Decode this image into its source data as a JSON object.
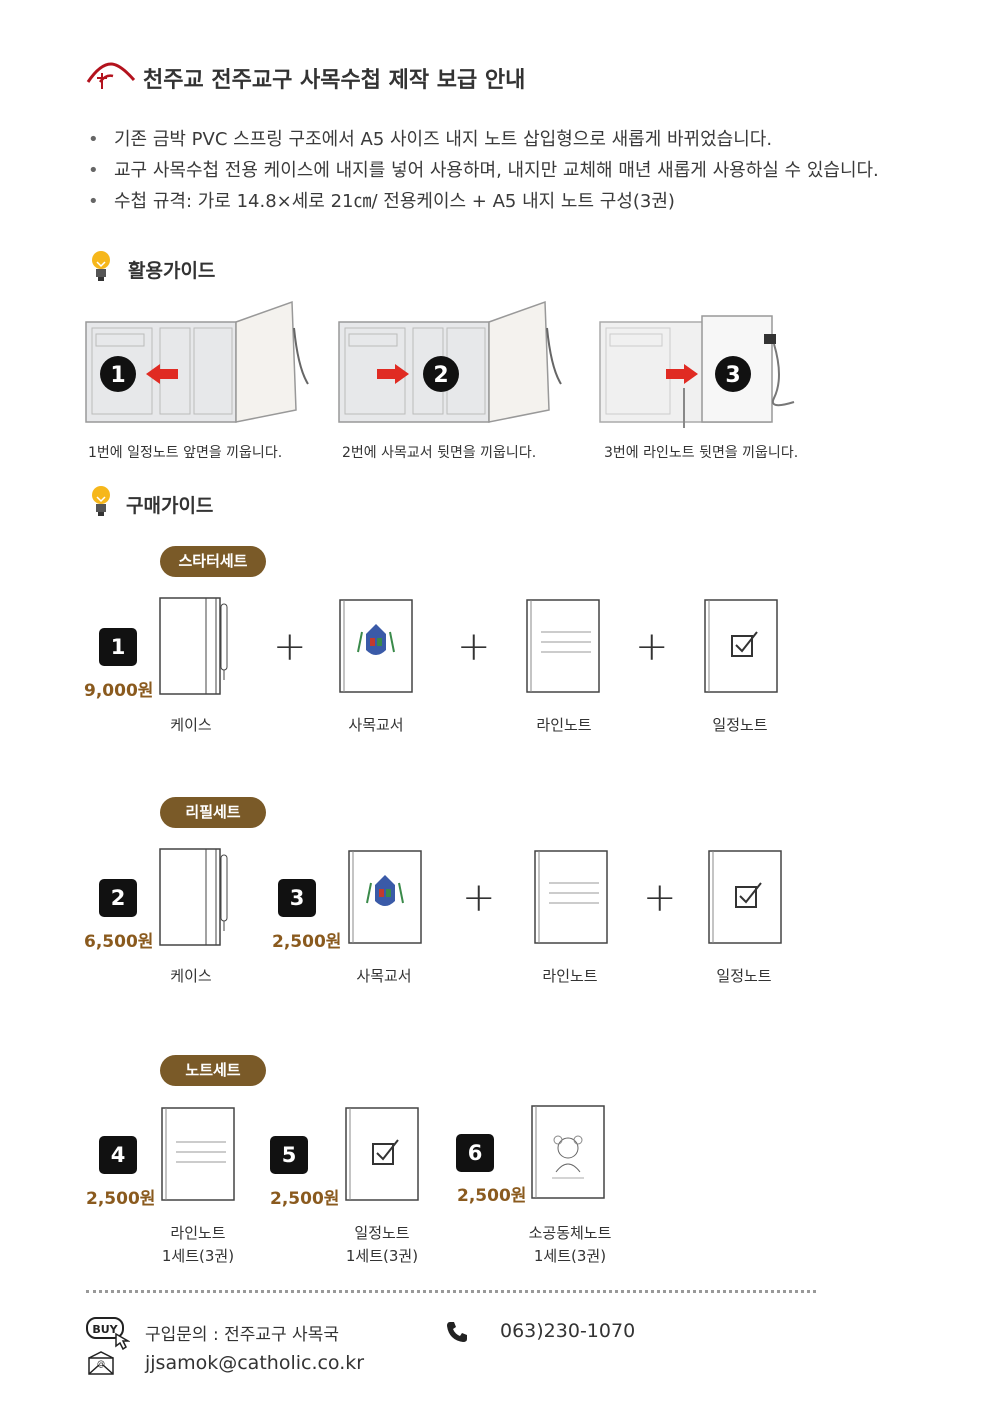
{
  "title": "천주교 전주교구 사목수첩 제작 보급 안내",
  "bullets": [
    "기존 금박 PVC 스프링 구조에서 A5 사이즈 내지 노트 삽입형으로 새롭게 바뀌었습니다.",
    "교구 사목수첩 전용 케이스에 내지를 넣어 사용하며, 내지만 교체해 매년 새롭게 사용하실 수 있습니다.",
    "수첩 규격: 가로 14.8×세로 21㎝/ 전용케이스 + A5 내지 노트 구성(3권)"
  ],
  "guide": {
    "title": "활용가이드",
    "steps": [
      {
        "num": "1",
        "caption": "1번에 일정노트 앞면을 끼웁니다."
      },
      {
        "num": "2",
        "caption": "2번에 사목교서 뒷면을 끼웁니다."
      },
      {
        "num": "3",
        "caption": "3번에 라인노트 뒷면을 끼웁니다."
      }
    ]
  },
  "purchase": {
    "title": "구매가이드",
    "starter": {
      "badge": "스타터세트",
      "num": "1",
      "price": "9,000원",
      "items": [
        "케이스",
        "사목교서",
        "라인노트",
        "일정노트"
      ]
    },
    "refill": {
      "badge": "리필세트",
      "case_num": "2",
      "case_price": "6,500원",
      "case_label": "케이스",
      "gyoseo_num": "3",
      "gyoseo_price": "2,500원",
      "gyoseo_label": "사목교서",
      "line_label": "라인노트",
      "schedule_label": "일정노트"
    },
    "note": {
      "badge": "노트세트",
      "items": [
        {
          "num": "4",
          "price": "2,500원",
          "label": "라인노트",
          "sub": "1세트(3권)"
        },
        {
          "num": "5",
          "price": "2,500원",
          "label": "일정노트",
          "sub": "1세트(3권)"
        },
        {
          "num": "6",
          "price": "2,500원",
          "label": "소공동체노트",
          "sub": "1세트(3권)"
        }
      ]
    },
    "plus": "+"
  },
  "contact": {
    "buy_badge": "BUY",
    "inquiry": "구입문의 : 전주교구 사목국",
    "phone": "063)230-1070",
    "email": "jjsamok@catholic.co.kr"
  },
  "colors": {
    "accent_red": "#b3121d",
    "badge_brown": "#7a5a28",
    "price_brown": "#8a5a1e",
    "arrow_red": "#e02b23"
  }
}
